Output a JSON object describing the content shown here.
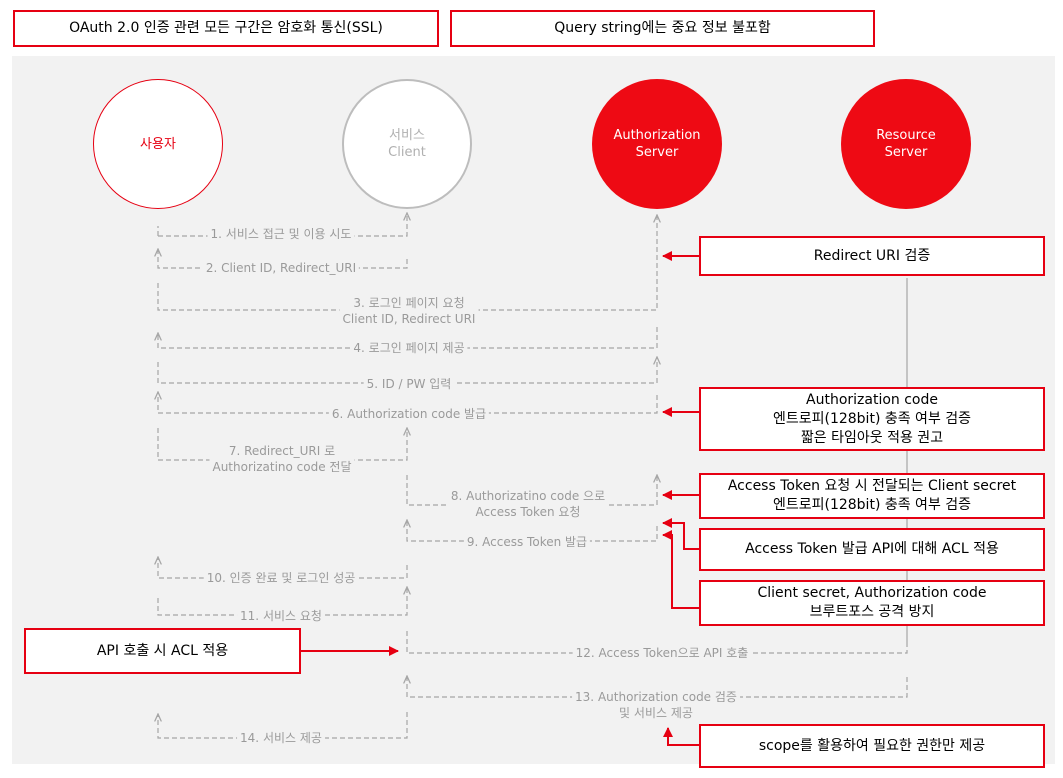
{
  "header": {
    "ssl_note": "OAuth 2.0 인증 관련 모든 구간은 암호화 통신(SSL)",
    "query_note": "Query string에는 중요 정보 불포함"
  },
  "actors": {
    "user": "사용자",
    "client_line1": "서비스",
    "client_line2": "Client",
    "auth_line1": "Authorization",
    "auth_line2": "Server",
    "resource_line1": "Resource",
    "resource_line2": "Server"
  },
  "steps": {
    "s1": "1. 서비스 접근 및 이용 시도",
    "s2": "2. Client ID, Redirect_URI",
    "s3_line1": "3. 로그인 페이지 요청",
    "s3_line2": "Client ID, Redirect URI",
    "s4": "4. 로그인 페이지 제공",
    "s5": "5. ID / PW 입력",
    "s6": "6. Authorization code 발급",
    "s7_line1": "7. Redirect_URI 로",
    "s7_line2": "Authorizatino code 전달",
    "s8_line1": "8. Authorizatino code 으로",
    "s8_line2": "Access Token 요청",
    "s9": "9. Access Token 발급",
    "s10": "10. 인증 완료 및 로그인 성공",
    "s11": "11. 서비스 요청",
    "s12": "12. Access Token으로 API 호출",
    "s13_line1": "13. Authorization code 검증",
    "s13_line2": "및 서비스 제공",
    "s14": "14. 서비스 제공"
  },
  "notes": {
    "redirect": "Redirect URI 검증",
    "authcode_line1": "Authorization code",
    "authcode_line2": "엔트로피(128bit) 충족 여부 검증",
    "authcode_line3": "짧은 타임아웃 적용 권고",
    "token_line1": "Access Token 요청 시 전달되는 Client secret",
    "token_line2": "엔트로피(128bit) 충족 여부 검증",
    "acl": "Access Token 발급 API에 대해 ACL 적용",
    "brute_line1": "Client secret, Authorization code",
    "brute_line2": "브루트포스 공격 방지",
    "api_acl": "API 호출 시 ACL 적용",
    "scope": "scope를 활용하여 필요한 권한만 제공"
  },
  "colors": {
    "accent": "#e60012",
    "flow": "#a6a6a6",
    "panel": "#f2f2f2"
  }
}
